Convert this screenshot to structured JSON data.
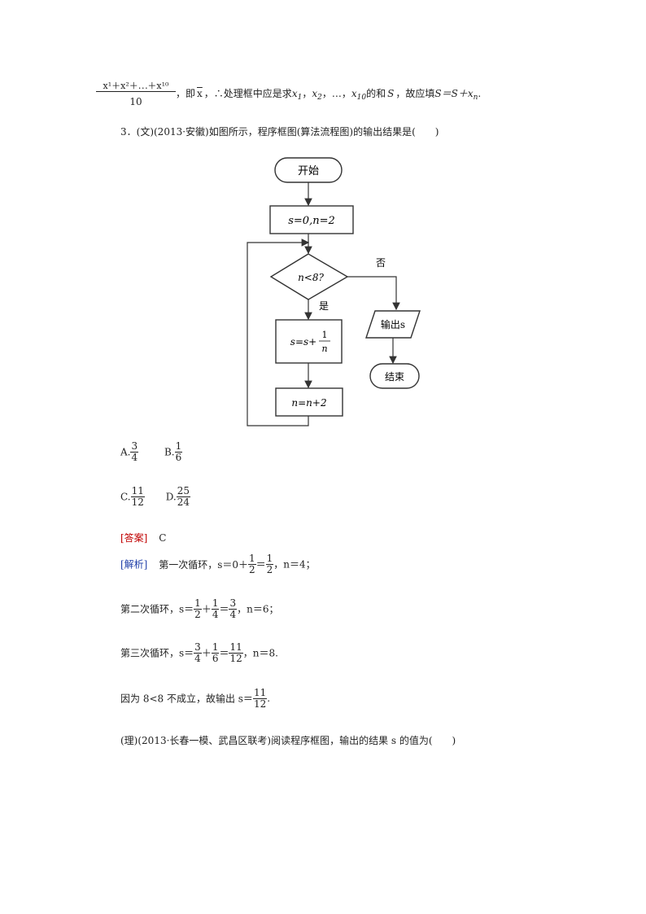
{
  "top_line": {
    "frac_num": "x¹＋x²＋⋯＋x¹⁰",
    "frac_den": "10",
    "ji": "，即",
    "xbar": "x",
    "text1": "，∴处理框中应是求",
    "x1": "x",
    "x1_sub": "1",
    "sep1": "，",
    "x2": "x",
    "x2_sub": "2",
    "sep2": "，…，",
    "x10": "x",
    "x10_sub": "10",
    "text2": "的和",
    "S": "S",
    "text3": "，故应填",
    "formula": "S＝S＋x",
    "formula_sub": "n",
    "end": "."
  },
  "question3": "3．(文)(2013·安徽)如图所示，程序框图(算法流程图)的输出结果是(　　)",
  "flowchart": {
    "start": "开始",
    "init": "s=0,n=2",
    "cond": "n<8?",
    "no": "否",
    "yes": "是",
    "body_left": "s=s+",
    "body_num": "1",
    "body_den": "n",
    "output": "输出s",
    "update": "n=n+2",
    "end": "结束"
  },
  "options": {
    "A_label": "A.",
    "A_num": "3",
    "A_den": "4",
    "B_label": "B.",
    "B_num": "1",
    "B_den": "6",
    "C_label": "C.",
    "C_num": "11",
    "C_den": "12",
    "D_label": "D.",
    "D_num": "25",
    "D_den": "24"
  },
  "answer": {
    "label": "[答案]",
    "value": "C"
  },
  "analysis": {
    "label": "[解析]",
    "l1_pre": "第一次循环，s＝0＋",
    "l1_f1n": "1",
    "l1_f1d": "2",
    "l1_eq": "＝",
    "l1_f2n": "1",
    "l1_f2d": "2",
    "l1_post": "，n＝4；",
    "l2_pre": "第二次循环，s＝",
    "l2_f1n": "1",
    "l2_f1d": "2",
    "l2_plus": "＋",
    "l2_f2n": "1",
    "l2_f2d": "4",
    "l2_eq": "＝",
    "l2_f3n": "3",
    "l2_f3d": "4",
    "l2_post": "，n＝6；",
    "l3_pre": "第三次循环，s＝",
    "l3_f1n": "3",
    "l3_f1d": "4",
    "l3_plus": "＋",
    "l3_f2n": "1",
    "l3_f2d": "6",
    "l3_eq": "＝",
    "l3_f3n": "11",
    "l3_f3d": "12",
    "l3_post": "，n＝8.",
    "l4_pre": "因为 8<8 不成立，故输出 s＝",
    "l4_fn": "11",
    "l4_fd": "12",
    "l4_post": "."
  },
  "question_li": "(理)(2013·长春一模、武昌区联考)阅读程序框图，输出的结果 s 的值为(　　)"
}
